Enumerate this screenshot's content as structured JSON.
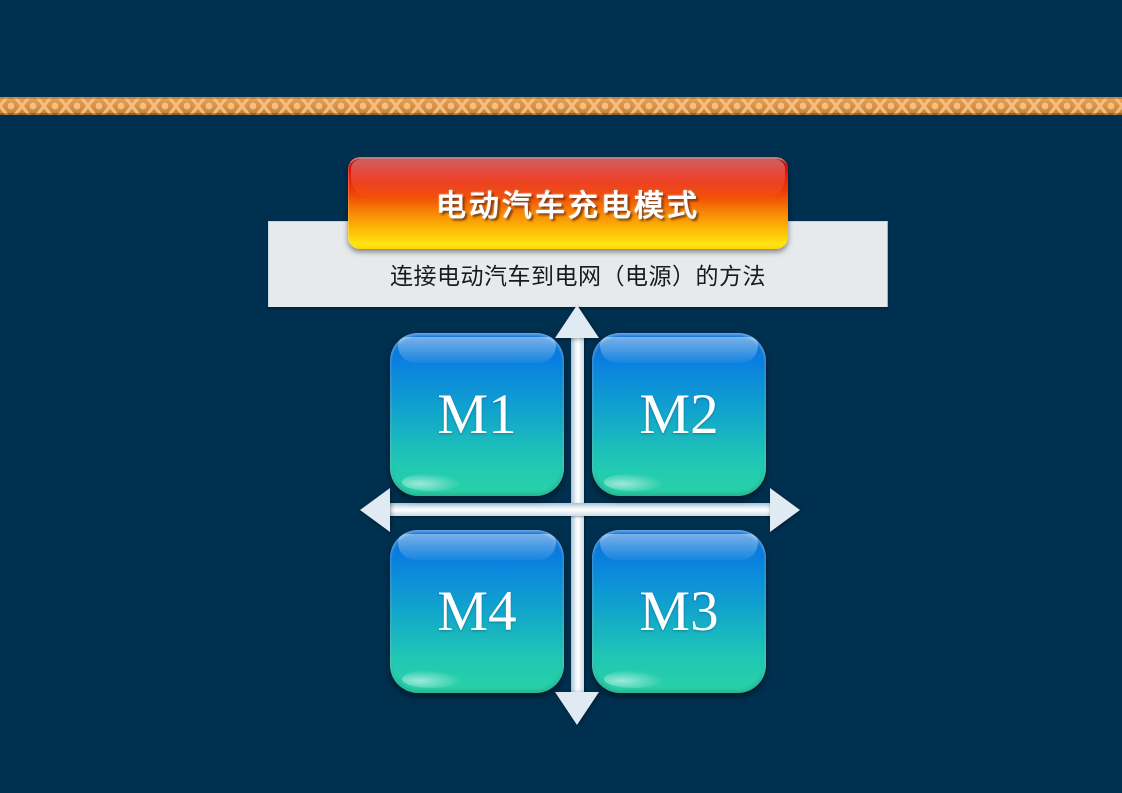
{
  "slide": {
    "background_color": "#00304f",
    "ornament_color": "#e39a4a"
  },
  "title": {
    "text": "电动汽车充电模式",
    "gradient_from": "#8a0d07",
    "gradient_to": "#ffd200",
    "text_color": "#ffffff"
  },
  "subtitle": {
    "text": "连接电动汽车到电网（电源）的方法",
    "panel_color": "#e7eaec",
    "text_color": "#1a1a1a"
  },
  "diagram": {
    "type": "quadrant",
    "axis_color": "#dfeaf2",
    "box_gradient_from": "#0b6fd6",
    "box_gradient_to": "#2ad2a6",
    "quadrants": [
      {
        "id": "m1",
        "label": "M1",
        "position": "top-left"
      },
      {
        "id": "m2",
        "label": "M2",
        "position": "top-right"
      },
      {
        "id": "m3",
        "label": "M3",
        "position": "bottom-right"
      },
      {
        "id": "m4",
        "label": "M4",
        "position": "bottom-left"
      }
    ],
    "arrows": [
      {
        "name": "arrow-up",
        "direction": "up"
      },
      {
        "name": "arrow-down",
        "direction": "down"
      },
      {
        "name": "arrow-left",
        "direction": "left"
      },
      {
        "name": "arrow-right",
        "direction": "right"
      }
    ]
  }
}
